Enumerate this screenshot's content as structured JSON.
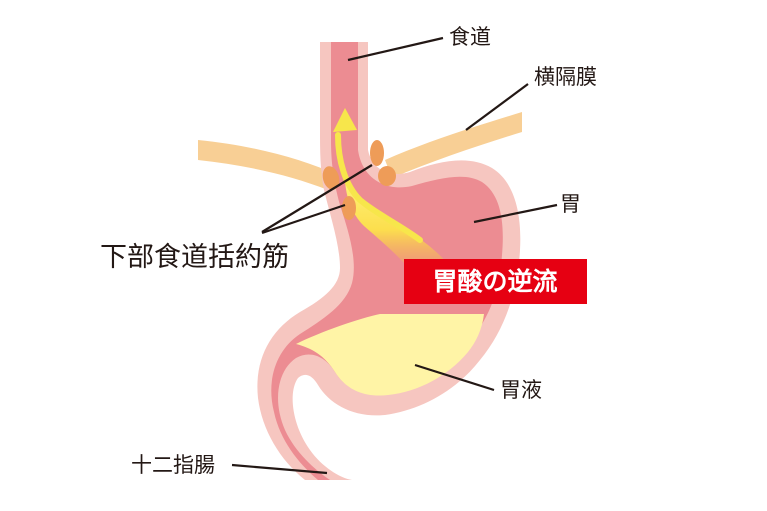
{
  "labels": {
    "esophagus": "食道",
    "diaphragm": "横隔膜",
    "stomach": "胃",
    "lower_esophageal_sphincter": "下部食道括約筋",
    "acid_reflux": "胃酸の逆流",
    "gastric_juice": "胃液",
    "duodenum": "十二指腸"
  },
  "colors": {
    "tissue_outer": "#f6c6c0",
    "tissue_inner": "#ec8c92",
    "diaphragm": "#f8cf95",
    "sphincter": "#ee9c58",
    "gastric_juice": "#fff4a6",
    "reflux_arrow": "#f7e64b",
    "badge": "#e60012",
    "line": "#231815"
  }
}
